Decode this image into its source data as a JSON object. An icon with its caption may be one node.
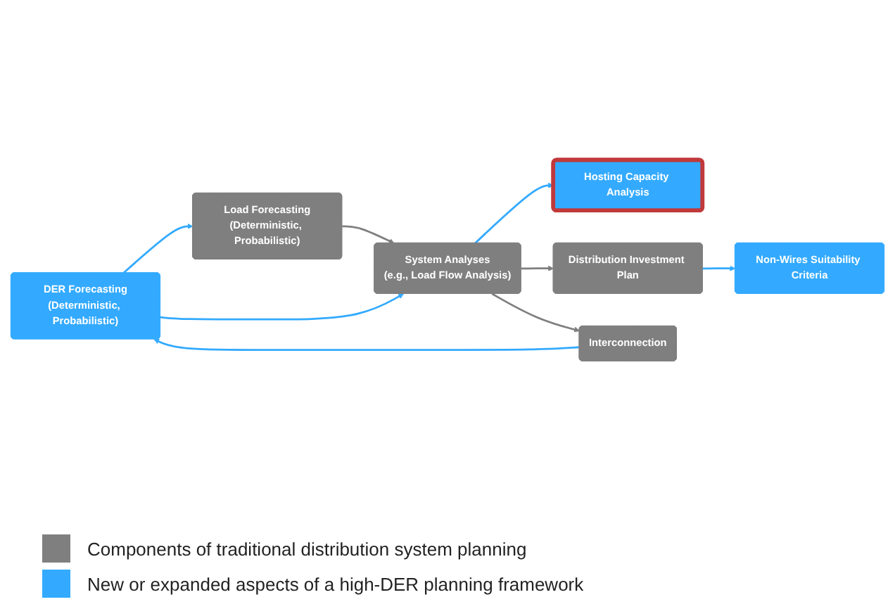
{
  "diagram": {
    "nodes": [
      {
        "text": [
          "DER Forecasting",
          "(Deterministic, Probabilistic)"
        ]
      },
      {
        "text": [
          "Load Forecasting",
          "(Deterministic, Probabilistic)"
        ]
      },
      {
        "text": [
          "System Analyses",
          "(e.g., Load Flow Analysis)"
        ]
      },
      {
        "text": [
          "Hosting Capacity Analysis"
        ]
      },
      {
        "text": [
          "Distribution Investment Plan"
        ]
      },
      {
        "text": [
          "Interconnection"
        ]
      },
      {
        "text": [
          "Non-Wires Suitability Criteria"
        ]
      }
    ],
    "edges": [
      {
        "from": 0,
        "to": 1,
        "arrow": "to"
      },
      {
        "from": 1,
        "to": 2,
        "arrow": "to",
        "color": "#7f7f7f"
      },
      {
        "from": 0,
        "to": 2,
        "arrow": "to"
      },
      {
        "from": 2,
        "to": 3,
        "arrow": "to"
      },
      {
        "from": 2,
        "to": 4,
        "arrow": "to",
        "color": "#7f7f7f"
      },
      {
        "from": 2,
        "to": 5,
        "arrow": "to",
        "color": "#7f7f7f"
      },
      {
        "from": 5,
        "to": 0,
        "arrow": "to"
      },
      {
        "from": 4,
        "to": 6,
        "arrow": "to"
      }
    ],
    "legend": [
      {
        "text": "Components of traditional distribution system planning",
        "color": "#7f7f7f"
      },
      {
        "text": "New or expanded aspects of a high-DER planning framework",
        "color": "#33aaff"
      }
    ]
  }
}
